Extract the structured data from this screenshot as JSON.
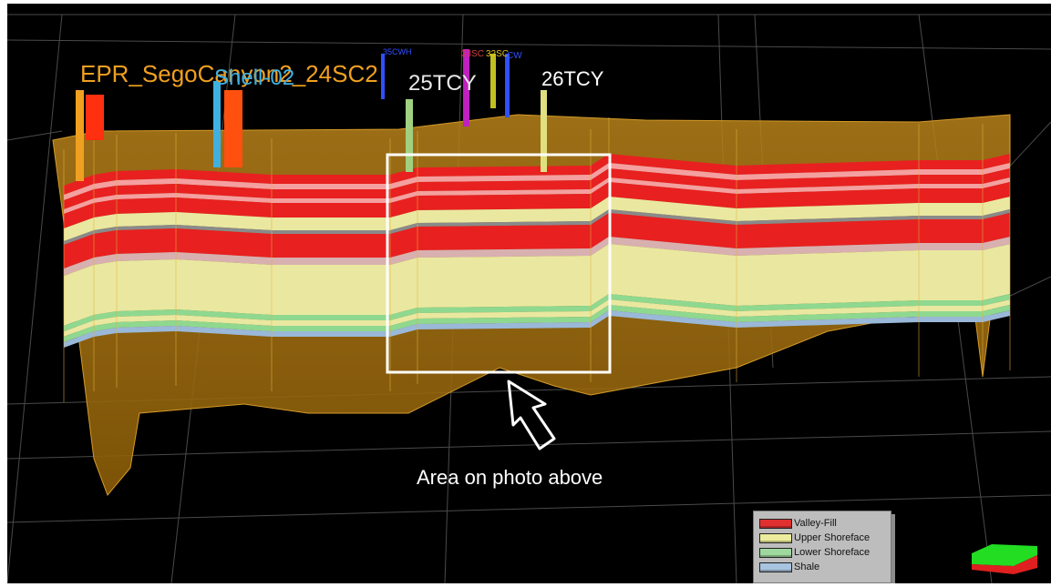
{
  "wells": [
    {
      "name": "EPR_SegoCanyon2_24SC2",
      "color": "#f0a020"
    },
    {
      "name": "Shell-02",
      "color": "#3fb0e0"
    },
    {
      "name": "25TCY",
      "color": "#e8e8e8"
    },
    {
      "name": "26TCY",
      "color": "#ffffff"
    },
    {
      "name": "35CWH",
      "color": "#3050ff"
    },
    {
      "name": "33SC",
      "color": "#d04040"
    },
    {
      "name": "32SC",
      "color": "#e0c020"
    },
    {
      "name": "CW",
      "color": "#3050ff"
    }
  ],
  "legend": {
    "items": [
      {
        "label": "Valley-Fill",
        "color": "#e03030"
      },
      {
        "label": "Upper Shoreface",
        "color": "#ecec9c"
      },
      {
        "label": "Lower Shoreface",
        "color": "#9ed89e"
      },
      {
        "label": "Shale",
        "color": "#a8c4e0"
      }
    ]
  },
  "annotation": {
    "caption": "Area on photo above"
  },
  "colors": {
    "background": "#000000",
    "grid": "#4a4a4a",
    "model_shell": "#b07a10",
    "valley_fill": "#e82020",
    "upper_shoreface": "#eae8a0",
    "lower_shoreface": "#8fd88f",
    "shale": "#9ab8d8",
    "highlight_box": "#ffffff"
  }
}
